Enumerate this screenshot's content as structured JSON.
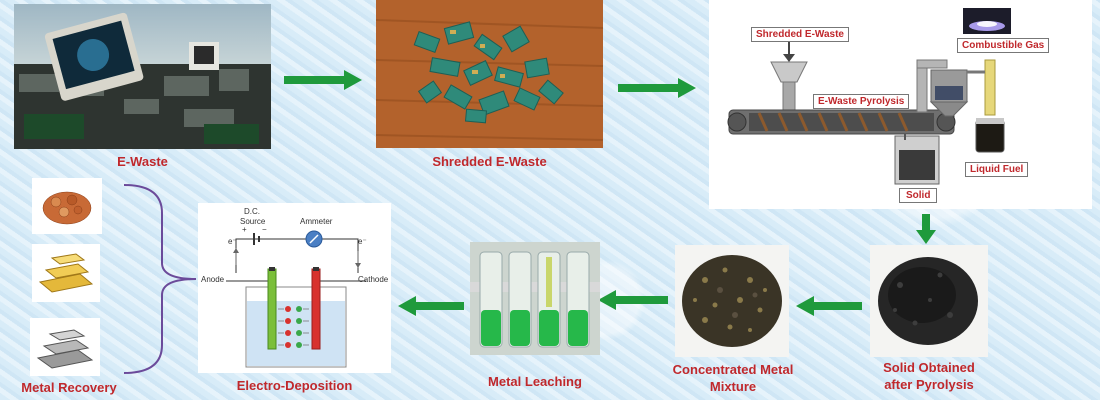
{
  "steps": {
    "ewaste": "E-Waste",
    "shredded": "Shredded E-Waste",
    "solid_line1": "Solid Obtained",
    "solid_line2": "after Pyrolysis",
    "conc_line1": "Concentrated Metal",
    "conc_line2": "Mixture",
    "leaching": "Metal Leaching",
    "electro": "Electro-Deposition",
    "recovery": "Metal Recovery"
  },
  "pyrolysis": {
    "shredded_input": "Shredded E-Waste",
    "gas": "Combustible Gas",
    "reactor": "E-Waste Pyrolysis",
    "liquid": "Liquid Fuel",
    "solid": "Solid"
  },
  "electrolysis": {
    "source_line1": "D.C.",
    "source_line2": "Source",
    "ammeter": "Ammeter",
    "anode": "Anode",
    "cathode": "Cathode",
    "electron_left": "e⁻",
    "electron_right": "e⁻",
    "plus": "+",
    "minus": "−"
  },
  "colors": {
    "label_red": "#c0282c",
    "arrow_green": "#1f9a3c",
    "bracket_purple": "#6b4a9a"
  }
}
